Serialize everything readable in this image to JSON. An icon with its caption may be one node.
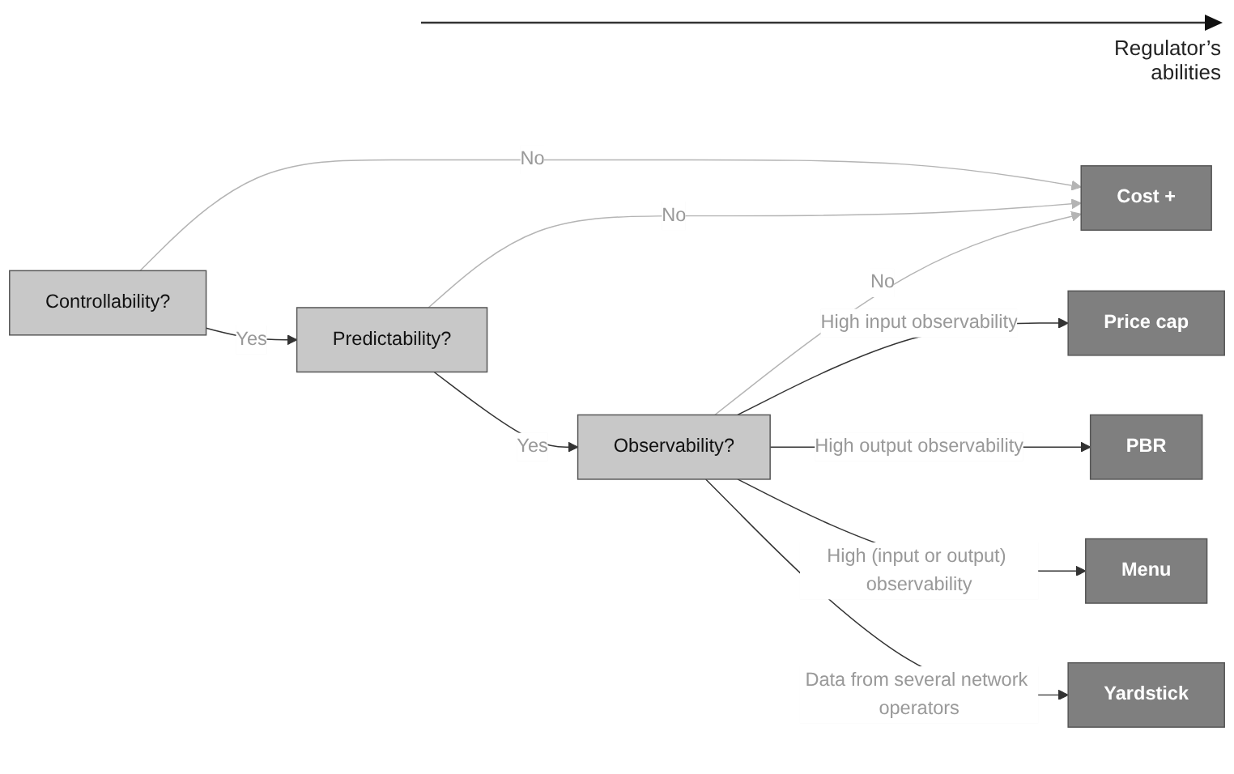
{
  "diagram": {
    "nodes": [
      {
        "text": [
          "Controllability?"
        ]
      },
      {
        "text": [
          "Predictability?"
        ]
      },
      {
        "text": [
          "Observability?"
        ]
      },
      {
        "text": [
          "Cost +"
        ]
      },
      {
        "text": [
          "Price cap"
        ]
      },
      {
        "text": [
          "PBR"
        ]
      },
      {
        "text": [
          "Menu"
        ]
      },
      {
        "text": [
          "Yardstick"
        ]
      }
    ],
    "edges": [
      {
        "from": 0,
        "to": 3,
        "arrow": "to",
        "label": "No",
        "color": "#b4b4b4"
      },
      {
        "from": 0,
        "to": 1,
        "arrow": "to",
        "label": "Yes"
      },
      {
        "from": 1,
        "to": 3,
        "arrow": "to",
        "label": "No",
        "color": "#b4b4b4"
      },
      {
        "from": 1,
        "to": 2,
        "arrow": "to",
        "label": "Yes"
      },
      {
        "from": 2,
        "to": 3,
        "arrow": "to",
        "label": "No",
        "color": "#b4b4b4"
      },
      {
        "from": 2,
        "to": 4,
        "arrow": "to",
        "label": "High input observability"
      },
      {
        "from": 2,
        "to": 5,
        "arrow": "to",
        "label": "High output observability"
      },
      {
        "from": 2,
        "to": 6,
        "arrow": "to",
        "label": "High (input or output) observability"
      },
      {
        "from": 2,
        "to": 7,
        "arrow": "to",
        "label": "Data from several network operators"
      }
    ],
    "labels": [
      "Regulator’s abilities"
    ]
  }
}
